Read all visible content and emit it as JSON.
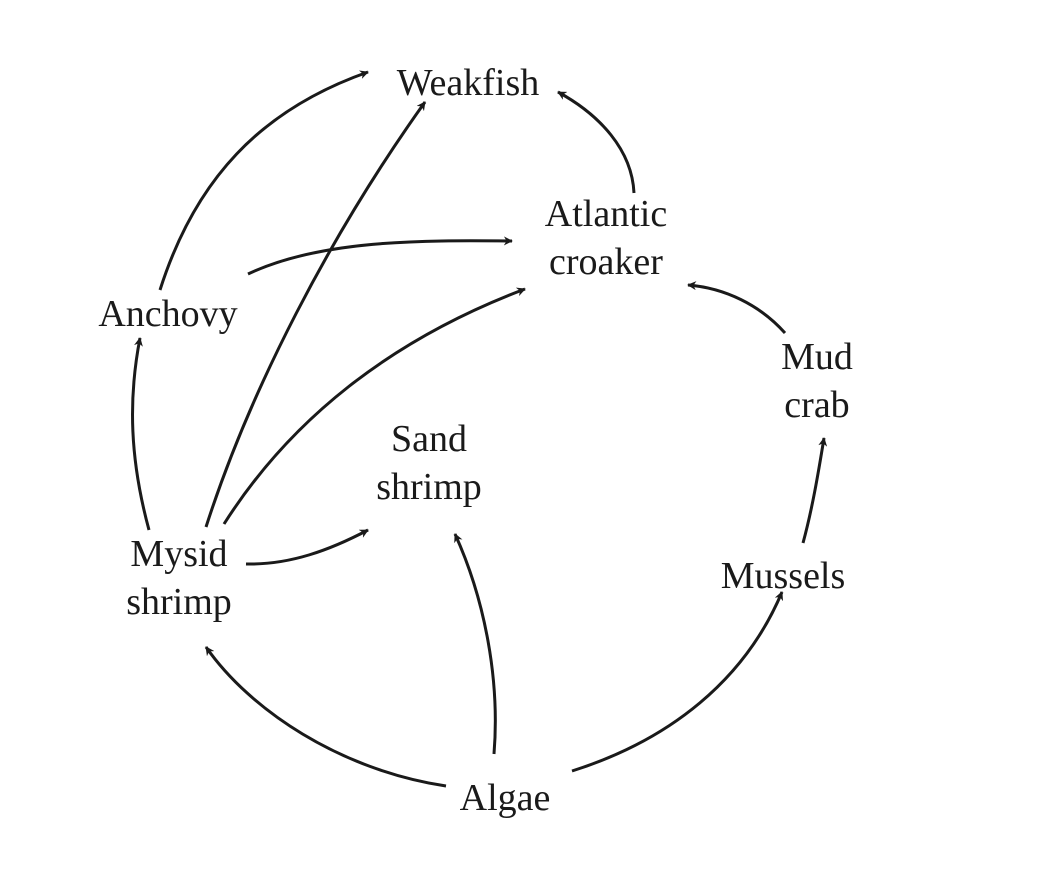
{
  "diagram": {
    "type": "food-web",
    "nodes": [
      {
        "id": "weakfish",
        "lines": [
          "Weakfish"
        ]
      },
      {
        "id": "atlantic-croaker",
        "lines": [
          "Atlantic",
          "croaker"
        ]
      },
      {
        "id": "anchovy",
        "lines": [
          "Anchovy"
        ]
      },
      {
        "id": "mud-crab",
        "lines": [
          "Mud",
          "crab"
        ]
      },
      {
        "id": "sand-shrimp",
        "lines": [
          "Sand",
          "shrimp"
        ]
      },
      {
        "id": "mysid-shrimp",
        "lines": [
          "Mysid",
          "shrimp"
        ]
      },
      {
        "id": "mussels",
        "lines": [
          "Mussels"
        ]
      },
      {
        "id": "algae",
        "lines": [
          "Algae"
        ]
      }
    ],
    "edges": [
      {
        "from": "anchovy",
        "to": "weakfish"
      },
      {
        "from": "mysid-shrimp",
        "to": "weakfish"
      },
      {
        "from": "atlantic-croaker",
        "to": "weakfish"
      },
      {
        "from": "anchovy",
        "to": "atlantic-croaker"
      },
      {
        "from": "mysid-shrimp",
        "to": "atlantic-croaker"
      },
      {
        "from": "mud-crab",
        "to": "atlantic-croaker"
      },
      {
        "from": "mysid-shrimp",
        "to": "anchovy"
      },
      {
        "from": "mysid-shrimp",
        "to": "sand-shrimp"
      },
      {
        "from": "mussels",
        "to": "mud-crab"
      },
      {
        "from": "algae",
        "to": "mysid-shrimp"
      },
      {
        "from": "algae",
        "to": "sand-shrimp"
      },
      {
        "from": "algae",
        "to": "mussels"
      }
    ]
  }
}
